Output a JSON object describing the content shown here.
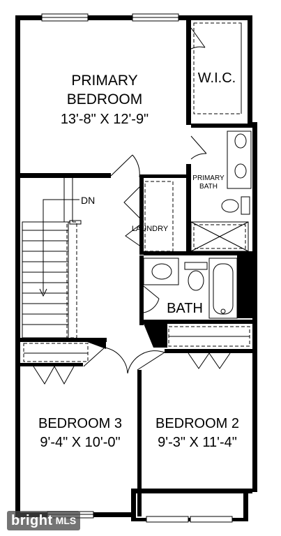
{
  "rooms": {
    "primary_bedroom": {
      "line1": "PRIMARY",
      "line2": "BEDROOM",
      "dims": "13'-8\" X 12'-9\""
    },
    "wic": "W.I.C.",
    "primary_bath": {
      "line1": "PRIMARY",
      "line2": "BATH"
    },
    "laundry": "LAUNDRY",
    "bath": "BATH",
    "stairs": "DN",
    "bedroom_3": {
      "name": "BEDROOM 3",
      "dims": "9'-4\" X 10'-0\""
    },
    "bedroom_2": {
      "name": "BEDROOM 2",
      "dims": "9'-3\" X 11'-4\""
    }
  },
  "watermark": {
    "brand": "bright",
    "suffix": "MLS"
  },
  "colors": {
    "wall": "#000000",
    "background": "#ffffff"
  }
}
